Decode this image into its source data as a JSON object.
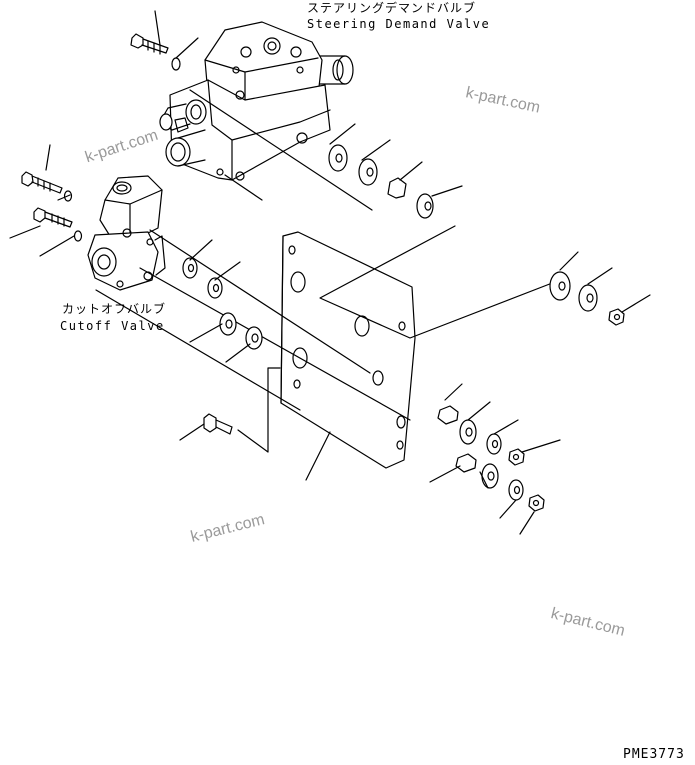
{
  "labels": {
    "steering_valve_jp": "ステアリングデマンドバルブ",
    "steering_valve_en": "Steering Demand Valve",
    "cutoff_valve_jp": "カットオフバルブ",
    "cutoff_valve_en": "Cutoff Valve",
    "drawing_code": "PME3773"
  },
  "watermarks": [
    "k-part.com",
    "k-part.com",
    "k-part.com",
    "k-part.com"
  ],
  "colors": {
    "line": "#000000",
    "watermark": "#9a9a9a",
    "background": "#ffffff"
  }
}
